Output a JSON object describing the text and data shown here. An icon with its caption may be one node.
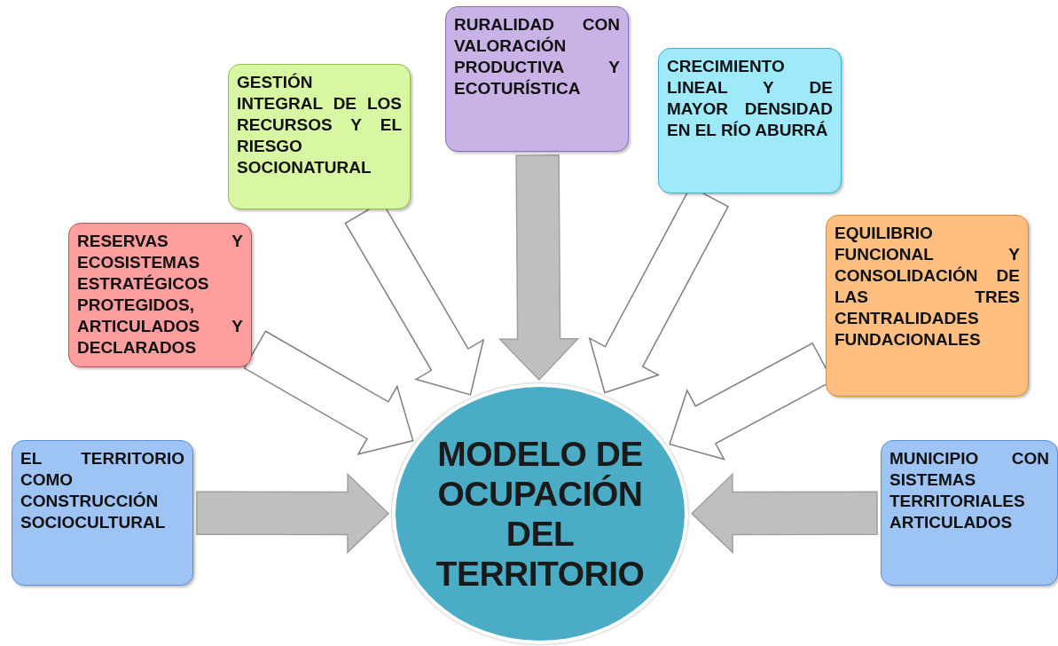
{
  "diagram": {
    "nodes": [
      {
        "text": [
          "MODELO DE OCUPACIÓN DEL TERRITORIO"
        ]
      },
      {
        "text": [
          "EL TERRITORIO COMO CONSTRUCCIÓN SOCIOCULTURAL"
        ]
      },
      {
        "text": [
          "RESERVAS Y ECOSISTEMAS ESTRATÉGICOS PROTEGIDOS, ARTICULADOS Y DECLARADOS"
        ]
      },
      {
        "text": [
          "GESTIÓN INTEGRAL DE LOS RECURSOS Y EL RIESGO SOCIONATURAL"
        ]
      },
      {
        "text": [
          "RURALIDAD CON VALORACIÓN PRODUCTIVA Y ECOTURÍSTICA"
        ]
      },
      {
        "text": [
          "CRECIMIENTO LINEAL Y DE MAYOR DENSIDAD EN EL RÍO ABURRÁ"
        ]
      },
      {
        "text": [
          "EQUILIBRIO FUNCIONAL Y CONSOLIDACIÓN DE LAS TRES CENTRALIDADES FUNDACIONALES"
        ]
      },
      {
        "text": [
          "MUNICIPIO CON SISTEMAS TERRITORIALES ARTICULADOS"
        ]
      }
    ],
    "edges": [
      {
        "from": 1,
        "to": 0,
        "arrow": "to",
        "color": "#bfbfbf"
      },
      {
        "from": 2,
        "to": 0,
        "arrow": "to"
      },
      {
        "from": 3,
        "to": 0,
        "arrow": "to"
      },
      {
        "from": 4,
        "to": 0,
        "arrow": "to",
        "color": "#bfbfbf"
      },
      {
        "from": 5,
        "to": 0,
        "arrow": "to"
      },
      {
        "from": 6,
        "to": 0,
        "arrow": "to"
      },
      {
        "from": 7,
        "to": 0,
        "arrow": "to",
        "color": "#bfbfbf"
      }
    ]
  }
}
